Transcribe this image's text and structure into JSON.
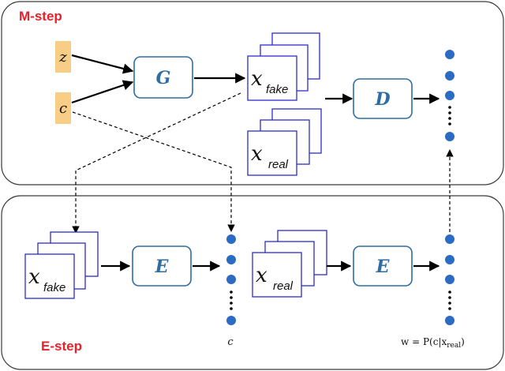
{
  "panels": {
    "m_step_label": "M-step",
    "e_step_label": "E-step"
  },
  "inputs": {
    "z": "z",
    "c": "c"
  },
  "networks": {
    "generator": "G",
    "discriminator": "D",
    "encoder": "E"
  },
  "samples": {
    "x_symbol": "x",
    "fake_sub": "fake",
    "real_sub": "real"
  },
  "outputs": {
    "c_label": "c",
    "w_label_lhs": "w = P(c|x",
    "w_label_sub": "real",
    "w_label_rhs": ")"
  },
  "colors": {
    "step_label": "#e8212b",
    "input_box": "#f8cd86",
    "network_border": "#2e6da4",
    "sample_border": "#2c2cc8",
    "dot": "#2b6cc2"
  }
}
